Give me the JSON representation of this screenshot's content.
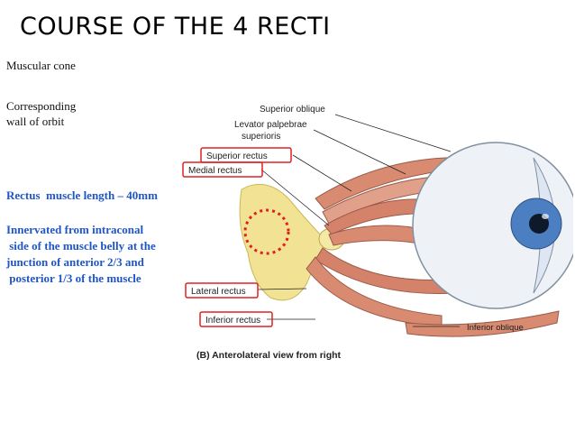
{
  "slide": {
    "title": "COURSE OF THE 4 RECTI",
    "left_notes": {
      "line1": "Muscular  cone",
      "line2": "Corresponding\nwall  of  orbit"
    },
    "highlights": {
      "length": "Rectus  muscle length – 40mm",
      "innervation": "Innervated from intraconal\n side of the muscle belly at the\njunction of anterior 2/3 and\n posterior 1/3 of the muscle"
    },
    "colors": {
      "highlight_text": "#1e56c8",
      "annotation_red": "#e02020",
      "muscle": "#d98b72"
    }
  },
  "figure": {
    "labels": {
      "superior_oblique": "Superior oblique",
      "levator_1": "Levator palpebrae",
      "levator_2": "superioris",
      "superior_rectus": "Superior rectus",
      "medial_rectus": "Medial rectus",
      "lateral_rectus": "Lateral rectus",
      "inferior_rectus": "Inferior rectus",
      "inferior_oblique": "Inferior oblique"
    },
    "caption": "(B) Anterolateral view from right"
  }
}
